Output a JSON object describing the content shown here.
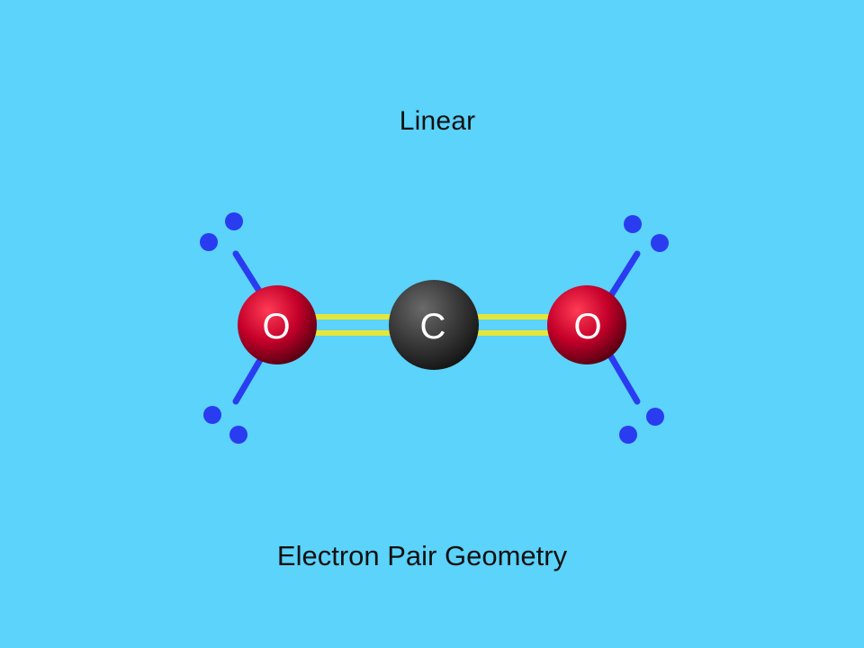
{
  "diagram": {
    "title": "Linear",
    "caption": "Electron Pair Geometry",
    "atoms": [
      {
        "symbol": "O",
        "role": "left-oxygen",
        "color": "#c5002a"
      },
      {
        "symbol": "C",
        "role": "central-carbon",
        "color": "#3a3a3a"
      },
      {
        "symbol": "O",
        "role": "right-oxygen",
        "color": "#c5002a"
      }
    ],
    "bond_type": "double",
    "lone_pairs_per_oxygen": 2,
    "colors": {
      "background": "#5bd3fb",
      "bond": "#e6e63a",
      "lone_pair": "#2a3cf0",
      "carbon": "#3a3a3a",
      "oxygen": "#c5002a",
      "text": "#111111"
    }
  }
}
